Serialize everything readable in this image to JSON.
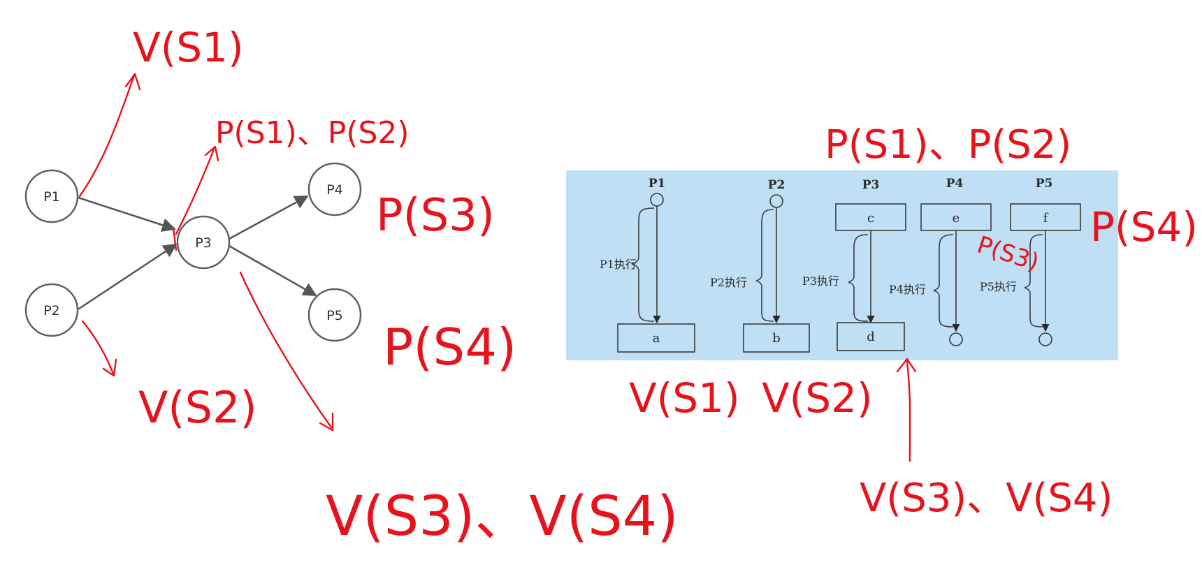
{
  "graph": {
    "nodes": [
      {
        "id": "P1",
        "label": "P1"
      },
      {
        "id": "P2",
        "label": "P2"
      },
      {
        "id": "P3",
        "label": "P3"
      },
      {
        "id": "P4",
        "label": "P4"
      },
      {
        "id": "P5",
        "label": "P5"
      }
    ],
    "edges": [
      {
        "from": "P1",
        "to": "P3"
      },
      {
        "from": "P2",
        "to": "P3"
      },
      {
        "from": "P3",
        "to": "P4"
      },
      {
        "from": "P3",
        "to": "P5"
      }
    ]
  },
  "figure": {
    "background": "#bfe0f4",
    "processes": [
      {
        "id": "p1",
        "label": "P1",
        "exec_label": "P1执行",
        "box": "a"
      },
      {
        "id": "p2",
        "label": "P2",
        "exec_label": "P2执行",
        "box": "b"
      },
      {
        "id": "p3",
        "label": "P3",
        "exec_label": "P3执行",
        "top_box": "c",
        "box": "d"
      },
      {
        "id": "p4",
        "label": "P4",
        "exec_label": "P4执行",
        "top_box": "e"
      },
      {
        "id": "p5",
        "label": "P5",
        "exec_label": "P5执行",
        "top_box": "f"
      }
    ]
  },
  "annotations": {
    "color": "#e8121b",
    "graph_notes": {
      "p1_out": "V(S1)",
      "p3_in": "P(S1)、P(S2)",
      "p4_in": "P(S3)",
      "p5_in": "P(S4)",
      "p2_out": "V(S2)",
      "p3_out": "V(S3)、V(S4)"
    },
    "figure_notes": {
      "top": "P(S1)、P(S2)",
      "p5": "P(S4)",
      "p4": "P(S3)",
      "a": "V(S1)",
      "b": "V(S2)",
      "d": "V(S3)、V(S4)"
    }
  }
}
